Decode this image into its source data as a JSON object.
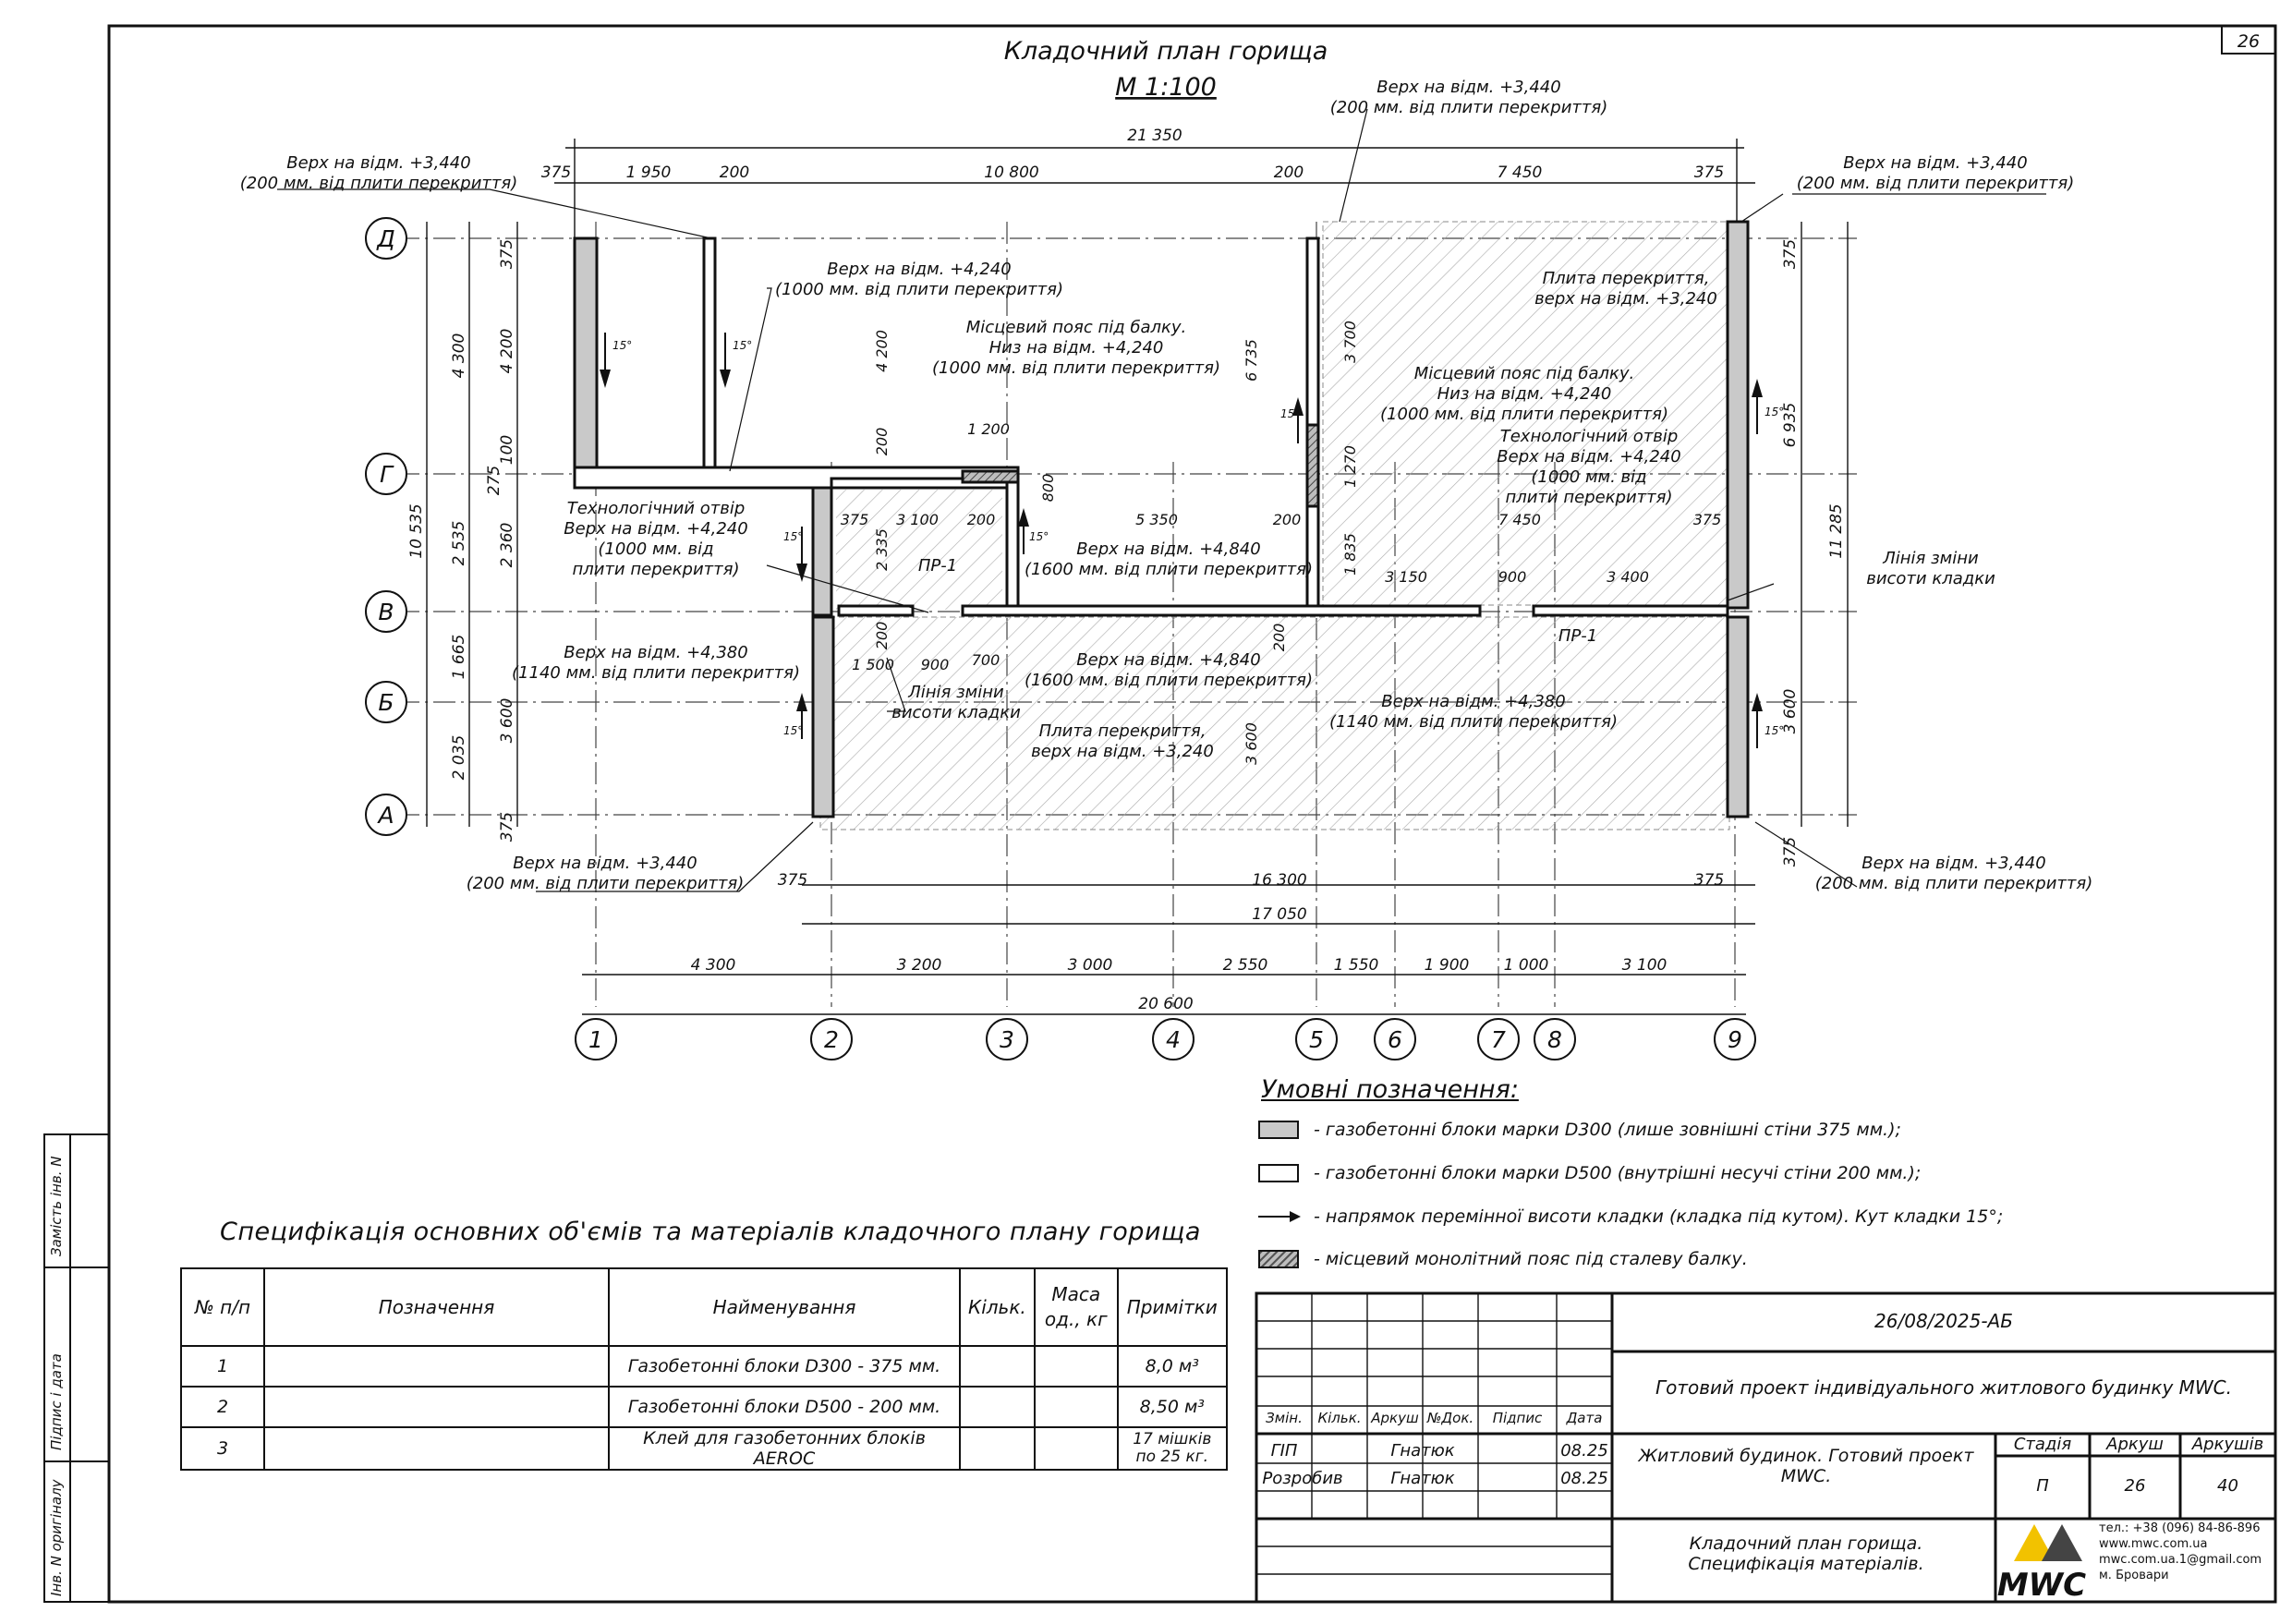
{
  "sheet": {
    "page_number": "26",
    "title": "Кладочний план горища",
    "scale": "М 1:100"
  },
  "axes": {
    "letters": [
      "Д",
      "Г",
      "В",
      "Б",
      "А"
    ],
    "numbers": [
      "1",
      "2",
      "3",
      "4",
      "5",
      "6",
      "7",
      "8",
      "9"
    ]
  },
  "dimensions": {
    "top_total": "21 350",
    "top_segments": [
      "375",
      "1 950",
      "200",
      "10 800",
      "200",
      "7 450",
      "375"
    ],
    "bottom_inner": [
      "375",
      "16 300",
      "375"
    ],
    "bottom_total_wall": "17 050",
    "axis_segments": [
      "4 300",
      "3 200",
      "3 000",
      "2 550",
      "1 550",
      "1 900",
      "1 000",
      "3 100"
    ],
    "axis_total": "20 600",
    "left_outer_total": "10 535",
    "left_outer": [
      "4 300",
      "2 535",
      "1 665",
      "2 035"
    ],
    "left_mid": [
      "375",
      "4 200",
      "100",
      "275",
      "2 360",
      "3 600",
      "375"
    ],
    "right_total": "11 285",
    "right_mid": [
      "375",
      "6 935",
      "3 600",
      "375"
    ],
    "inner": [
      "4 200",
      "200",
      "2 335",
      "200",
      "6 735",
      "3 700",
      "1 270",
      "1 835",
      "3 600",
      "800",
      "200",
      "1 200",
      "375",
      "3 100",
      "200",
      "5 350",
      "200",
      "7 450",
      "375",
      "3 150",
      "900",
      "3 400",
      "1 500",
      "900",
      "700"
    ]
  },
  "slopes": [
    "15°",
    "15°",
    "15°",
    "15°",
    "15°",
    "15°",
    "15°",
    "15°"
  ],
  "annotations": {
    "top_3440_a": [
      "Верх на відм. +3,440",
      "(200 мм. від плити перекриття)"
    ],
    "top_3440_b": [
      "Верх на відм. +3,440",
      "(200 мм. від плити перекриття)"
    ],
    "top_3440_c": [
      "Верх на відм. +3,440",
      "(200 мм. від плити перекриття)"
    ],
    "bottom_3440_a": [
      "Верх на відм. +3,440",
      "(200 мм. від плити перекриття)"
    ],
    "bottom_3440_b": [
      "Верх на відм. +3,440",
      "(200 мм. від плити перекриття)"
    ],
    "top_4240": [
      "Верх на відм. +4,240",
      "(1000 мм. від плити перекриття)"
    ],
    "belt_left": [
      "Місцевий пояс під балку.",
      "Низ на відм. +4,240",
      "(1000 мм. від плити перекриття)"
    ],
    "belt_right": [
      "Місцевий пояс під балку.",
      "Низ на відм. +4,240",
      "(1000 мм. від плити перекриття)"
    ],
    "slab_right": [
      "Плита перекриття,",
      "верх на відм. +3,240"
    ],
    "slab_bottom": [
      "Плита перекриття,",
      "верх на відм. +3,240"
    ],
    "tech_left": [
      "Технологічний отвір",
      "Верх на відм. +4,240",
      "(1000 мм. від",
      "плити перекриття)"
    ],
    "tech_right": [
      "Технологічний отвір",
      "Верх на відм. +4,240",
      "(1000 мм. від",
      "плити перекриття)"
    ],
    "top_4840_a": [
      "Верх на відм. +4,840",
      "(1600 мм. від плити перекриття)"
    ],
    "top_4840_b": [
      "Верх на відм. +4,840",
      "(1600 мм. від плити перекриття)"
    ],
    "top_4380_a": [
      "Верх на відм. +4,380",
      "(1140 мм. від плити перекриття)"
    ],
    "top_4380_b": [
      "Верх на відм. +4,380",
      "(1140 мм. від плити перекриття)"
    ],
    "change_line_right": [
      "Лінія зміни",
      "висоти кладки"
    ],
    "change_line_left": [
      "Лінія зміни",
      "висоти кладки"
    ],
    "pr1_a": "ПР-1",
    "pr1_b": "ПР-1"
  },
  "legend": {
    "title": "Умовні позначення:",
    "items": [
      "- газобетонні блоки марки D300 (лише зовнішні стіни 375 мм.);",
      "- газобетонні блоки марки D500 (внутрішні несучі стіни 200 мм.);",
      "- напрямок перемінної висоти кладки (кладка під кутом). Кут кладки 15°;",
      "- місцевий монолітний пояс під сталеву балку."
    ]
  },
  "spec": {
    "title": "Специфікація основних об'ємів та матеріалів кладочного плану горища",
    "headers": [
      "№ п/п",
      "Позначення",
      "Найменування",
      "Кільк.",
      "Маса од., кг",
      "Примітки"
    ],
    "rows": [
      {
        "n": "1",
        "code": "",
        "name": "Газобетонні блоки D300 - 375 мм.",
        "qty": "",
        "mass": "",
        "note": "8,0 м³"
      },
      {
        "n": "2",
        "code": "",
        "name": "Газобетонні блоки D500 - 200 мм.",
        "qty": "",
        "mass": "",
        "note": "8,50 м³"
      },
      {
        "n": "3",
        "code": "",
        "name": "Клей для газобетонних блоків AEROC",
        "qty": "",
        "mass": "",
        "note": "17 мішків по 25 кг."
      }
    ]
  },
  "titleblock": {
    "code": "26/08/2025-АБ",
    "project": "Готовий проект індивідуального житлового будинку MWC.",
    "col_headers": [
      "Змін.",
      "Кільк.",
      "Аркуш",
      "№Док.",
      "Підпис",
      "Дата"
    ],
    "gip_role": "ГІП",
    "gip_name": "Гнатюк",
    "gip_date": "08.25",
    "dev_role": "Розробив",
    "dev_name": "Гнатюк",
    "dev_date": "08.25",
    "building": "Житловий будинок. Готовий проект MWC.",
    "stage_h": "Стадія",
    "sheet_h": "Аркуш",
    "sheets_h": "Аркушів",
    "stage": "П",
    "sheet": "26",
    "sheets": "40",
    "drawing": "Кладочний план горища. Специфікація матеріалів.",
    "logo_text": "MWC",
    "contacts": [
      "тел.: +38 (096) 84-86-896",
      "www.mwc.com.ua",
      "mwc.com.ua.1@gmail.com",
      "м. Бровари"
    ]
  },
  "side_stamp": [
    "Замість інв. N",
    "Підпис і дата",
    "Інв. N оригіналу"
  ]
}
